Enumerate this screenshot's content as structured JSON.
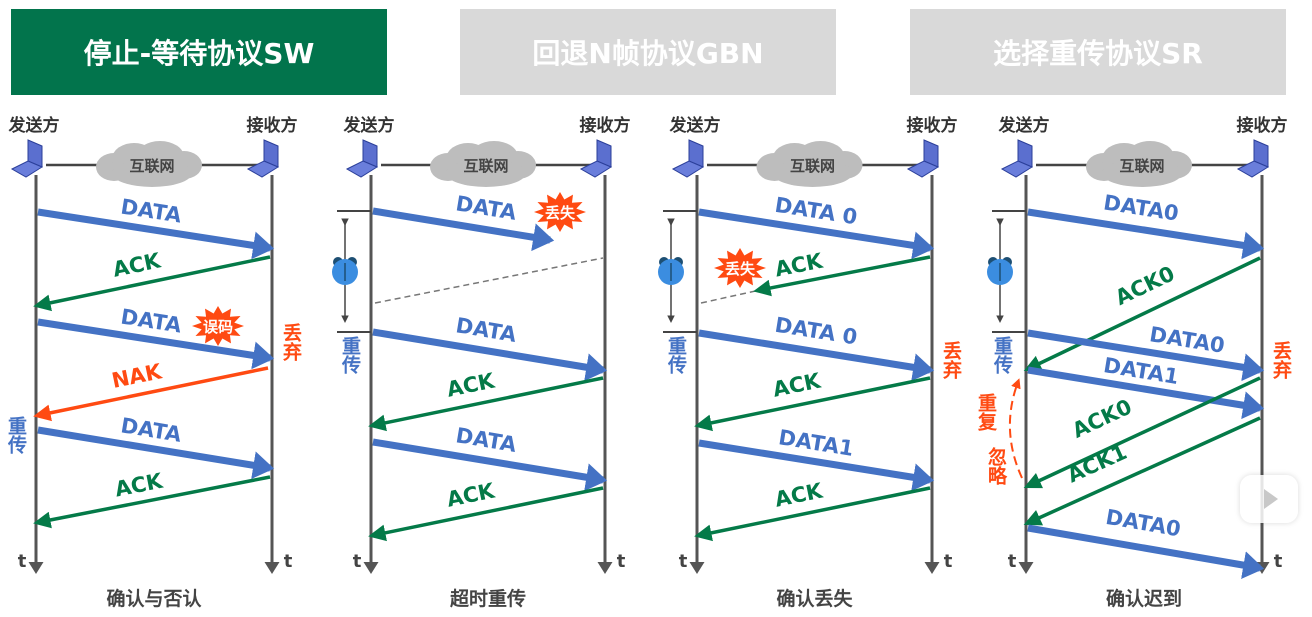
{
  "tabs": [
    {
      "label": "停止-等待协议SW",
      "active": true
    },
    {
      "label": "回退N帧协议GBN",
      "active": false
    },
    {
      "label": "选择重传协议SR",
      "active": false
    }
  ],
  "colors": {
    "active_tab": "#02744c",
    "inactive_tab": "#d9d9d9",
    "data_arrow": "#4472c4",
    "ack_arrow": "#047a48",
    "nak_arrow": "#ff4a12",
    "error_badge": "#ff4a12",
    "timeline": "#555555",
    "label_gray": "#444444"
  },
  "common": {
    "sender": "发送方",
    "receiver": "接收方",
    "network": "互联网",
    "time_axis": "t",
    "retransmit": "重传",
    "discard": "丢弃"
  },
  "panels": [
    {
      "caption": "确认与否认",
      "timer": false,
      "messages": [
        {
          "label": "DATA",
          "type": "data"
        },
        {
          "label": "ACK",
          "type": "ack"
        },
        {
          "label": "DATA",
          "type": "data",
          "badge": "误码"
        },
        {
          "label": "NAK",
          "type": "nak"
        },
        {
          "label": "DATA",
          "type": "data"
        },
        {
          "label": "ACK",
          "type": "ack"
        }
      ]
    },
    {
      "caption": "超时重传",
      "timer": true,
      "messages": [
        {
          "label": "DATA",
          "type": "data",
          "badge": "丢失"
        },
        {
          "label": "DATA",
          "type": "data"
        },
        {
          "label": "ACK",
          "type": "ack"
        },
        {
          "label": "DATA",
          "type": "data"
        },
        {
          "label": "ACK",
          "type": "ack"
        }
      ]
    },
    {
      "caption": "确认丢失",
      "timer": true,
      "messages": [
        {
          "label": "DATA 0",
          "type": "data"
        },
        {
          "label": "ACK",
          "type": "ack",
          "badge": "丢失"
        },
        {
          "label": "DATA 0",
          "type": "data"
        },
        {
          "label": "ACK",
          "type": "ack"
        },
        {
          "label": "DATA1",
          "type": "data"
        },
        {
          "label": "ACK",
          "type": "ack"
        }
      ]
    },
    {
      "caption": "确认迟到",
      "timer": true,
      "ignore_note": "重复忽略",
      "messages": [
        {
          "label": "DATA0",
          "type": "data"
        },
        {
          "label": "ACK0",
          "type": "ack"
        },
        {
          "label": "DATA0",
          "type": "data"
        },
        {
          "label": "DATA1",
          "type": "data"
        },
        {
          "label": "ACK0",
          "type": "ack"
        },
        {
          "label": "ACK1",
          "type": "ack"
        },
        {
          "label": "DATA0",
          "type": "data"
        }
      ]
    }
  ]
}
